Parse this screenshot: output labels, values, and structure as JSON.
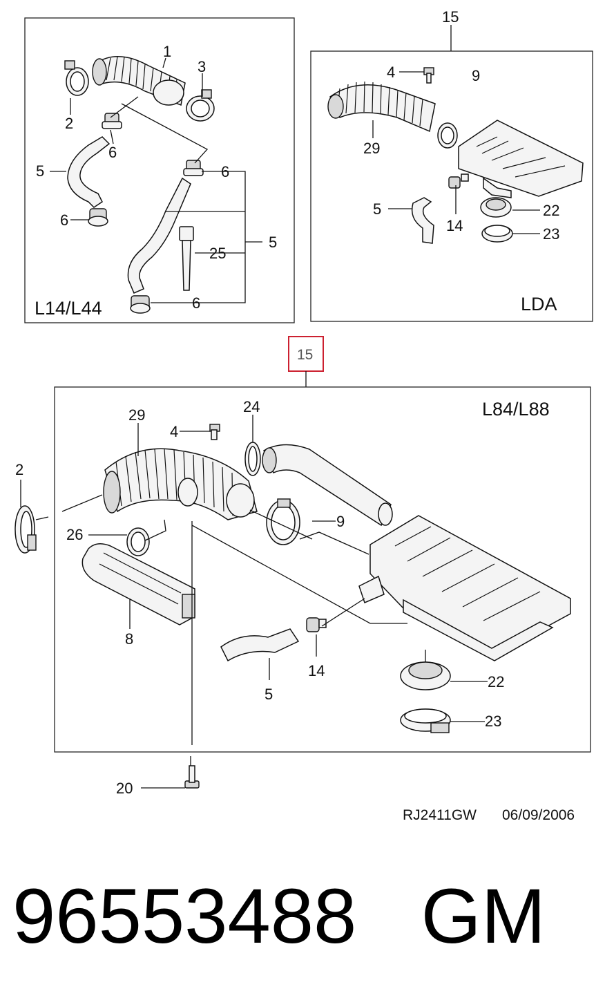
{
  "diagram": {
    "panels": {
      "top_left": {
        "variant": "L14/L44"
      },
      "top_right": {
        "variant": "LDA",
        "group_callout": "15"
      },
      "bottom": {
        "variant": "L84/L88",
        "group_callout": "15"
      }
    },
    "callouts": {
      "tl_1": "1",
      "tl_2": "2",
      "tl_3": "3",
      "tl_5a": "5",
      "tl_6a": "6",
      "tl_6b": "6",
      "tl_6c": "6",
      "tl_5b": "5",
      "tl_25": "25",
      "tl_6d": "6",
      "tr_4": "4",
      "tr_9": "9",
      "tr_29": "29",
      "tr_5": "5",
      "tr_14": "14",
      "tr_22": "22",
      "tr_23": "23",
      "b_29": "29",
      "b_4": "4",
      "b_24": "24",
      "b_2": "2",
      "b_26": "26",
      "b_9": "9",
      "b_8": "8",
      "b_14": "14",
      "b_5": "5",
      "b_22": "22",
      "b_23": "23",
      "b_20": "20"
    },
    "drawing_code": "RJ2411GW",
    "drawing_date": "06/09/2006"
  },
  "part_number_line": "96553488   GM"
}
